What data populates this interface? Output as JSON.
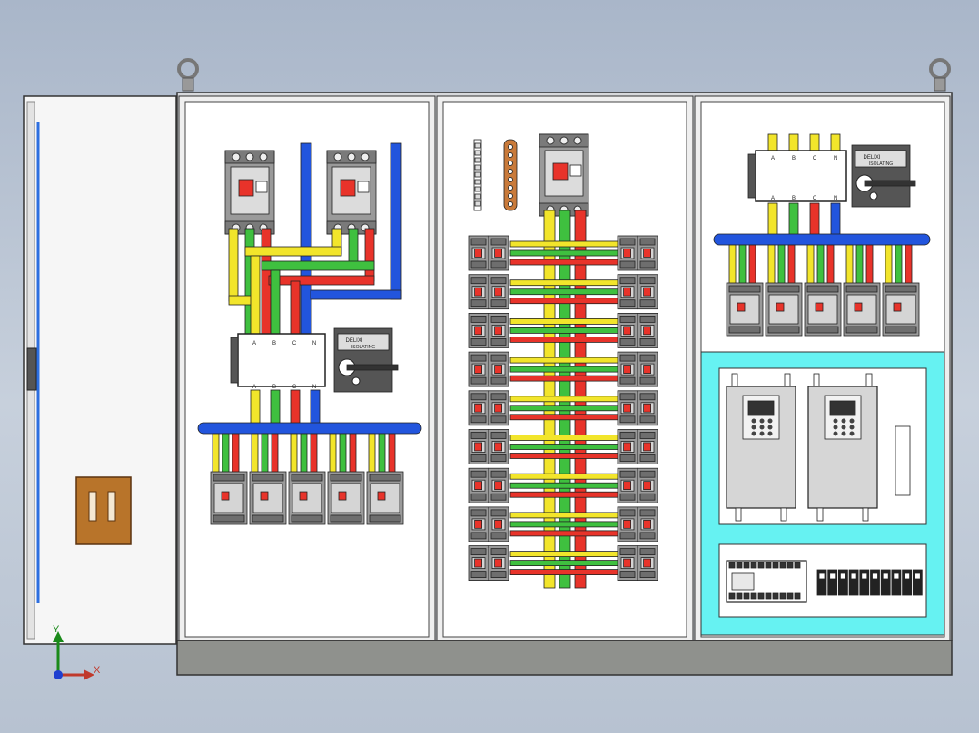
{
  "labels": {
    "brand": "DELIXI",
    "isolator_text": "ISOLATING",
    "phase_a": "A",
    "phase_b": "B",
    "phase_c": "C",
    "phase_n": "N"
  },
  "axes": {
    "x": "X",
    "y": "Y"
  },
  "colors": {
    "phase_a": "#f2e52b",
    "phase_b": "#3fc03f",
    "phase_c": "#e8332a",
    "neutral": "#2255dd",
    "breaker": "#8c8c8c",
    "cabinet": "#f4f4f4",
    "accent_panel": "#66f2f2",
    "door_handle": "#b8742a"
  },
  "icons": [
    "lifting-eye-icon",
    "axis-triad-icon",
    "door-handle-icon"
  ]
}
